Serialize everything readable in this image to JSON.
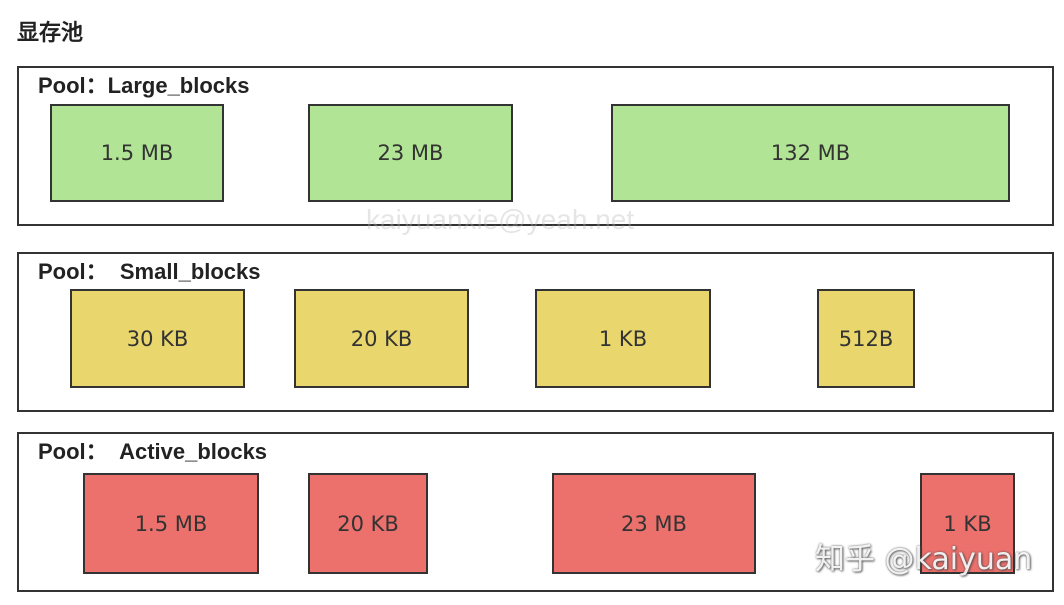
{
  "title": "显存池",
  "pools": [
    {
      "label": "Pool：Large_blocks",
      "blocks": [
        "1.5 MB",
        "23 MB",
        "132 MB"
      ]
    },
    {
      "label": "Pool：  Small_blocks",
      "blocks": [
        "30 KB",
        "20 KB",
        "1 KB",
        "512B"
      ]
    },
    {
      "label": "Pool：  Active_blocks",
      "blocks": [
        "1.5 MB",
        "20 KB",
        "23 MB",
        "1 KB"
      ]
    }
  ],
  "colors": {
    "large": "#b1e494",
    "small": "#e9d66c",
    "active": "#ec706c"
  },
  "watermarks": {
    "center": "kaiyuanxie@yeah.net",
    "corner": "知乎 @kaiyuan"
  }
}
